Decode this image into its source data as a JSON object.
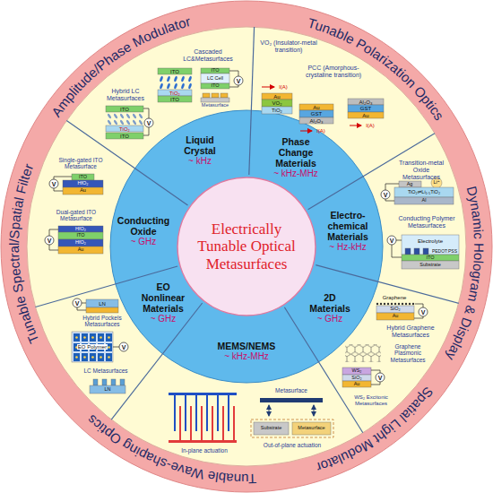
{
  "diagram": {
    "nodes": [
      {
        "text": [
          "Electrically Tunable Optical Metasurfaces"
        ]
      },
      {
        "text": [
          "Liquid Crystal",
          "~ kHz"
        ]
      },
      {
        "text": [
          "Phase Change Materials",
          "~ kHz-MHz"
        ]
      },
      {
        "text": [
          "Electro-chemical Materials",
          "~ Hz-kHz"
        ]
      },
      {
        "text": [
          "2D Materials",
          "~ GHz"
        ]
      },
      {
        "text": [
          "MEMS/NEMS",
          "~ kHz-MHz"
        ]
      },
      {
        "text": [
          "EO Nonlinear Materials",
          "~ GHz"
        ]
      },
      {
        "text": [
          "Conducting Oxide",
          "~ GHz"
        ]
      }
    ],
    "labels": [
      "Amplitude/Phase Modulator",
      "Tunable Polarization Optics",
      "Dynamic Hologram & Display",
      "Spatial Light Modulator",
      "Tunable Wave-shaping Optics",
      "Tunable Spectral/Spatial Filter",
      "Hybrid LC Metasurfaces",
      "ITO",
      "TiO₂",
      "ITO",
      "V",
      "Cascaded LC&Metasurfaces",
      "ITO",
      "TiO₂",
      "ITO",
      "ITO",
      "LC Cell",
      "ITO",
      "Metasurface",
      "V",
      "VO₂ (Insulator-metal transition)",
      "PCC (Amorphous-crystaline transition)",
      "I(A)",
      "Au",
      "VO₂",
      "TiO₂",
      "Au",
      "GST",
      "Al₂O₃",
      "I(A)",
      "Al₂O₃",
      "GST",
      "Au",
      "I(A)",
      "Transition-metal Oxide Metasurfaces",
      "Ag",
      "Li⁺",
      "TiO₂⇌Li₁.₅TiO₂",
      "Al",
      "V",
      "Conducting Polymer Metasurfaces",
      "Electrolyte",
      "PEDOT:PSS",
      "ITO",
      "Substrate",
      "V",
      "Graphene",
      "SiO₂",
      "Au",
      "V",
      "Hybrid Graphene Metasurfaces",
      "Graphene Plasmonic Metasurfaces",
      "WS₂",
      "SiO₂",
      "Au",
      "V",
      "WS₂ Excitonic Metasurfaces",
      "Metasurface",
      "Substrate",
      "Metasurface",
      "In-plane actuation",
      "Out-of-plane actuation",
      "LN",
      "V",
      "Hybrid Pockels Metasurfaces",
      "EO Polymer",
      "V",
      "LC Metasurfaces",
      "LN",
      "Single-gated ITO Metasurface",
      "ITO",
      "HfO₂",
      "Au",
      "V",
      "Dual-gated ITO Metasurface",
      "HfO₂",
      "ITO",
      "HfO₂",
      "Au",
      "V"
    ]
  }
}
